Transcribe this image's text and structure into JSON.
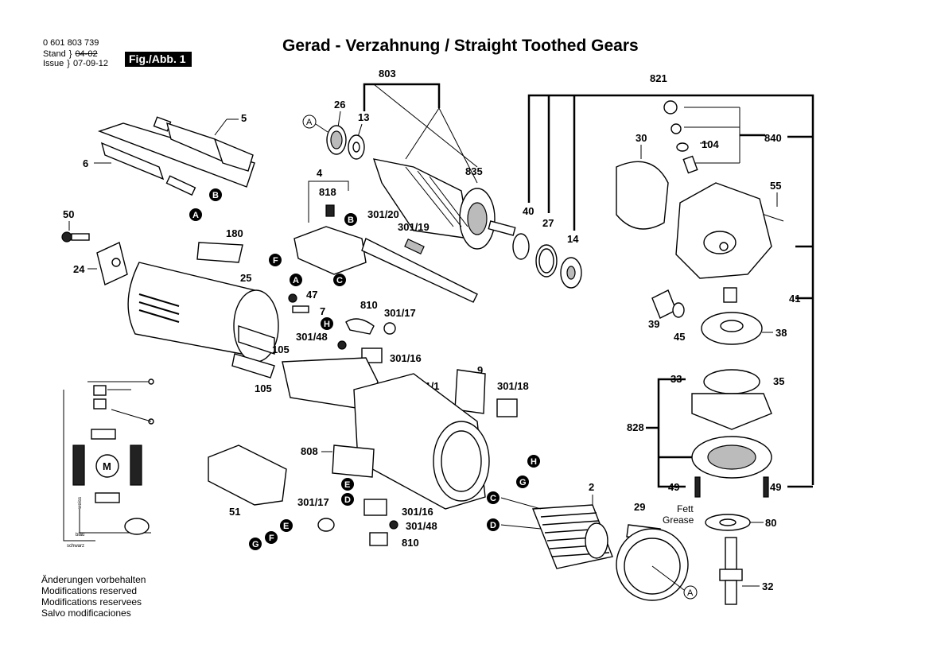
{
  "header": {
    "doc_number": "0 601 803 739",
    "stand_label": "Stand",
    "issue_label": "Issue",
    "old_date": "04-02",
    "issue_date": "07-09-12",
    "fig_badge": "Fig./Abb. 1",
    "title": "Gerad - Verzahnung / Straight Toothed Gears"
  },
  "notes": [
    "Änderungen vorbehalten",
    "Modifications reserved",
    "Modifications reservees",
    "Salvo modificaciones"
  ],
  "part_labels": {
    "p803": "803",
    "p821": "821",
    "p26": "26",
    "p13": "13",
    "p5": "5",
    "p6": "6",
    "p835": "835",
    "p30": "30",
    "p104": "104",
    "p840": "840",
    "p4": "4",
    "p818": "818",
    "p301_20": "301/20",
    "p301_19": "301/19",
    "p40": "40",
    "p27": "27",
    "p14": "14",
    "p55": "55",
    "p50": "50",
    "p180": "180",
    "p24": "24",
    "p25": "25",
    "p47": "47",
    "p7": "7",
    "p810a": "810",
    "p301_17a": "301/17",
    "p301_48a": "301/48",
    "p301_16a": "301/16",
    "p105a": "105",
    "p105b": "105",
    "p41": "41",
    "p39": "39",
    "p45": "45",
    "p38": "38",
    "p9": "9",
    "p301_1": "301/1",
    "p301_18": "301/18",
    "p33": "33",
    "p35": "35",
    "p828": "828",
    "p808": "808",
    "p51": "51",
    "p2": "2",
    "p49a": "49",
    "p49b": "49",
    "p301_17b": "301/17",
    "p301_16b": "301/16",
    "p301_48b": "301/48",
    "p810b": "810",
    "p29": "29",
    "p80": "80",
    "p32": "32",
    "fett": "Fett",
    "grease": "Grease"
  },
  "wiring": {
    "weiss": "weiss",
    "blau": "blau",
    "schwarz": "schwarz",
    "motor": "M"
  },
  "callouts": {
    "A": "A",
    "B": "B",
    "C": "C",
    "D": "D",
    "E": "E",
    "F": "F",
    "G": "G",
    "H": "H"
  }
}
